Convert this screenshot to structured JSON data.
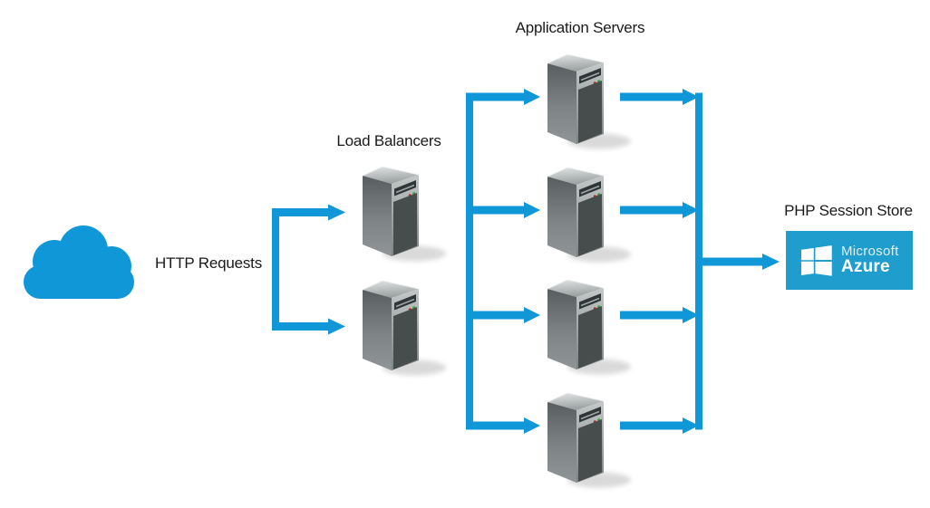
{
  "diagram": {
    "labels": {
      "http_requests": "HTTP Requests",
      "load_balancers": "Load Balancers",
      "application_servers": "Application Servers",
      "php_session_store": "PHP Session Store"
    },
    "azure_logo": {
      "brand": "Microsoft",
      "product": "Azure"
    },
    "nodes": [
      {
        "id": "internet-cloud",
        "icon": "cloud-icon",
        "label": "HTTP Requests"
      },
      {
        "id": "load-balancers",
        "icon": "tower-server-icon",
        "label": "Load Balancers",
        "count": 2
      },
      {
        "id": "application-servers",
        "icon": "tower-server-icon",
        "label": "Application Servers",
        "count": 4
      },
      {
        "id": "php-session-store",
        "icon": "microsoft-azure-logo",
        "label": "PHP Session Store",
        "count": 1
      }
    ],
    "edges": [
      {
        "from": "internet-cloud",
        "to": "load-balancers",
        "style": "split-arrow"
      },
      {
        "from": "load-balancers",
        "to": "application-servers",
        "style": "fan-out-arrows"
      },
      {
        "from": "application-servers",
        "to": "php-session-store",
        "style": "fan-in-arrows"
      }
    ],
    "colors": {
      "accent": "#1097D8",
      "azure_box": "#1F9DCC",
      "label_text": "#1A1A1A"
    }
  }
}
